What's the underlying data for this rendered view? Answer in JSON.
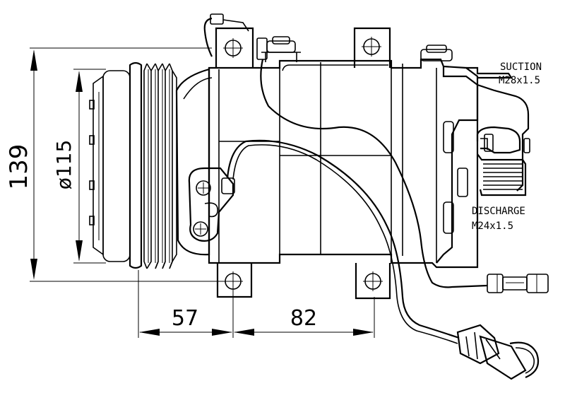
{
  "dimensions": {
    "height": "139",
    "pulley_diameter": "ø115",
    "pulley_to_mount": "57",
    "mount_spacing": "82"
  },
  "ports": {
    "suction_label": "SUCTION",
    "suction_thread": "M28x1.5",
    "discharge_label": "DISCHARGE",
    "discharge_thread": "M24x1.5"
  }
}
